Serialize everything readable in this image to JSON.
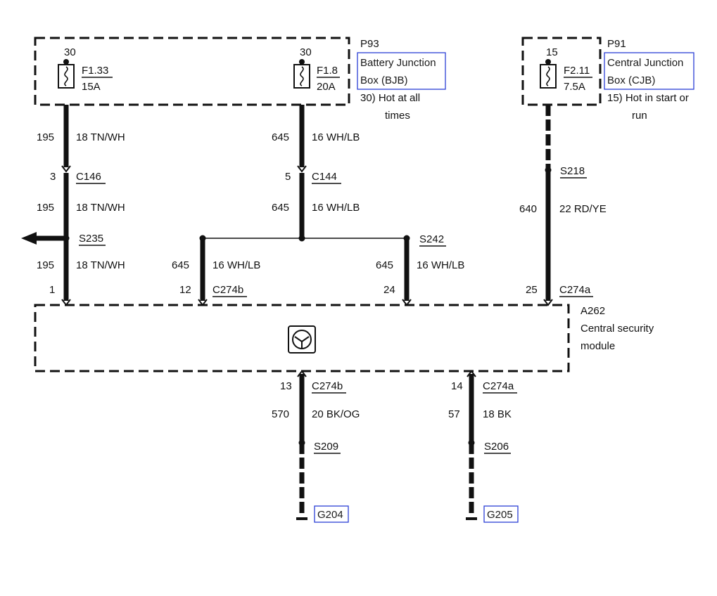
{
  "bjb": {
    "connector": "P93",
    "title_line1": "Battery Junction",
    "title_line2": "Box (BJB)",
    "note_line1": "30)  Hot at all",
    "note_line2": "times",
    "fuse1": {
      "terminal": "30",
      "name": "F1.33",
      "rating": "15A"
    },
    "fuse2": {
      "terminal": "30",
      "name": "F1.8",
      "rating": "20A"
    }
  },
  "cjb": {
    "connector": "P91",
    "title_line1": "Central Junction",
    "title_line2": "Box (CJB)",
    "note_line1": "15)  Hot in start or",
    "note_line2": "run",
    "fuse": {
      "terminal": "15",
      "name": "F2.11",
      "rating": "7.5A"
    }
  },
  "left_branch": {
    "circuit": "195",
    "wire": "18 TN/WH",
    "connector": "C146",
    "pin": "3",
    "splice": "S235",
    "module_pin": "1"
  },
  "middle_branch": {
    "circuit": "645",
    "wire": "16 WH/LB",
    "connector": "C144",
    "pin": "5",
    "splice": "S242",
    "pin_a": "12",
    "connector_a": "C274b",
    "pin_b": "24"
  },
  "right_branch": {
    "circuit": "640",
    "wire": "22 RD/YE",
    "splice": "S218",
    "module_pin": "25",
    "connector": "C274a"
  },
  "module": {
    "id": "A262",
    "name_line1": "Central security",
    "name_line2": "module"
  },
  "ground_left": {
    "pin": "13",
    "connector": "C274b",
    "circuit": "570",
    "wire": "20 BK/OG",
    "splice": "S209",
    "ground": "G204"
  },
  "ground_right": {
    "pin": "14",
    "connector": "C274a",
    "circuit": "57",
    "wire": "18 BK",
    "splice": "S206",
    "ground": "G205"
  },
  "colors": {
    "line": "#111111",
    "link_box": "#2b3fd6",
    "background": "#ffffff"
  }
}
